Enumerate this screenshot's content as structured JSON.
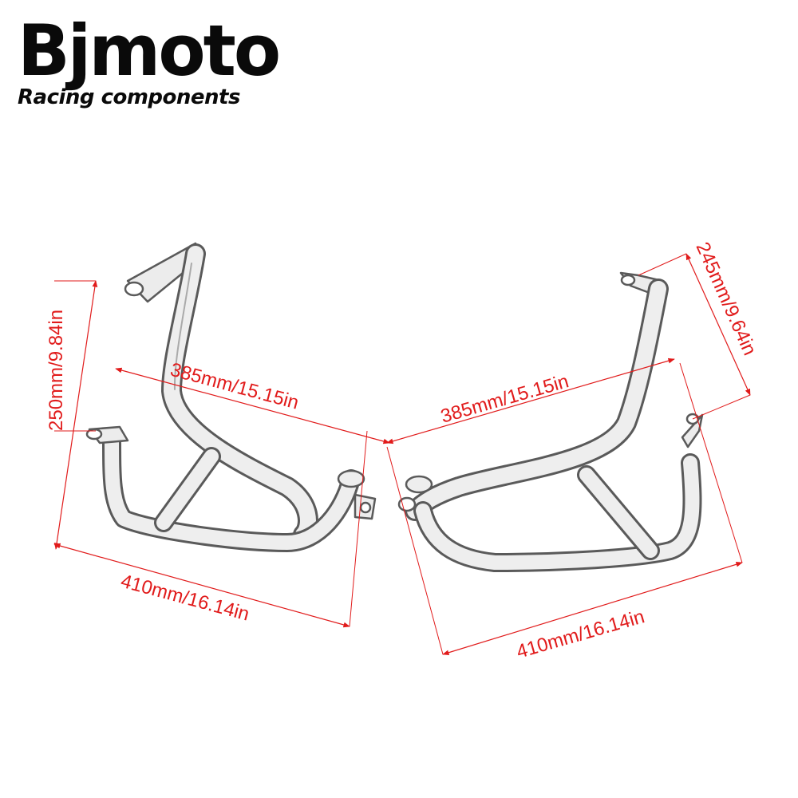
{
  "logo": {
    "brand": "Bjmoto",
    "tagline": "Racing components"
  },
  "dimensions": {
    "left_height": "250mm/9.84in",
    "left_diagonal": "385mm/15.15in",
    "left_width": "410mm/16.14in",
    "right_height": "245mm/9.64in",
    "right_diagonal": "385mm/15.15in",
    "right_width": "410mm/16.14in"
  },
  "colors": {
    "dimension": "#e11b1b",
    "tube_outline": "#5a5a5a",
    "tube_fill": "#e9e9e9"
  }
}
